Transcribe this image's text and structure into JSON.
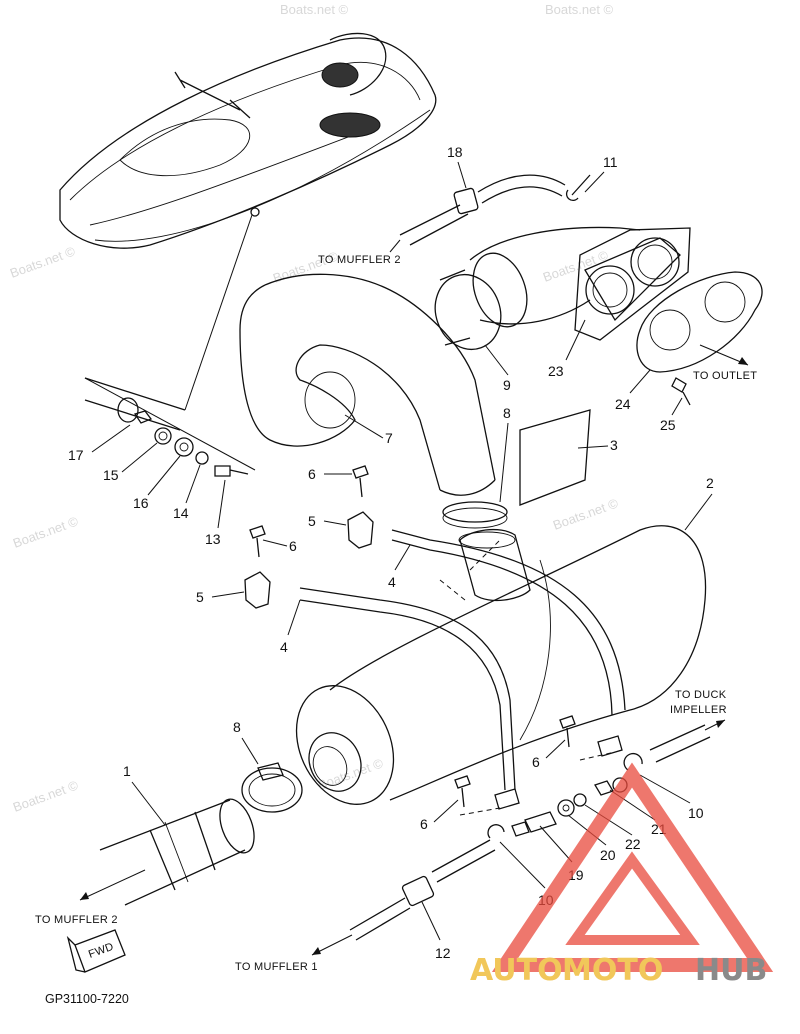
{
  "diagram": {
    "callouts": {
      "p1": "1",
      "p2": "2",
      "p3": "3",
      "p4a": "4",
      "p4b": "4",
      "p5a": "5",
      "p5b": "5",
      "p6a": "6",
      "p6b": "6",
      "p6c": "6",
      "p6d": "6",
      "p7": "7",
      "p8a": "8",
      "p8b": "8",
      "p9": "9",
      "p10a": "10",
      "p10b": "10",
      "p11": "11",
      "p12": "12",
      "p13": "13",
      "p14": "14",
      "p15": "15",
      "p16": "16",
      "p17": "17",
      "p18": "18",
      "p19": "19",
      "p20": "20",
      "p21": "21",
      "p22": "22",
      "p23": "23",
      "p24": "24",
      "p25": "25"
    },
    "annotations": {
      "to_muffler2_top": "TO MUFFLER 2",
      "to_outlet": "TO OUTLET",
      "to_duck_1": "TO DUCK",
      "to_duck_2": "IMPELLER",
      "to_muffler2_bottom": "TO MUFFLER 2",
      "to_muffler1": "TO MUFFLER 1",
      "fwd": "FWD"
    },
    "drawing_code": "GP31100-7220",
    "watermark": "Boats.net ©",
    "logo": {
      "part1": "AUTO",
      "part2": "MOTO",
      "part3": "HUB",
      "color_triangle": "#e84a3c",
      "color_auto": "#f1c75a",
      "color_hub": "#8a8a8a"
    }
  }
}
